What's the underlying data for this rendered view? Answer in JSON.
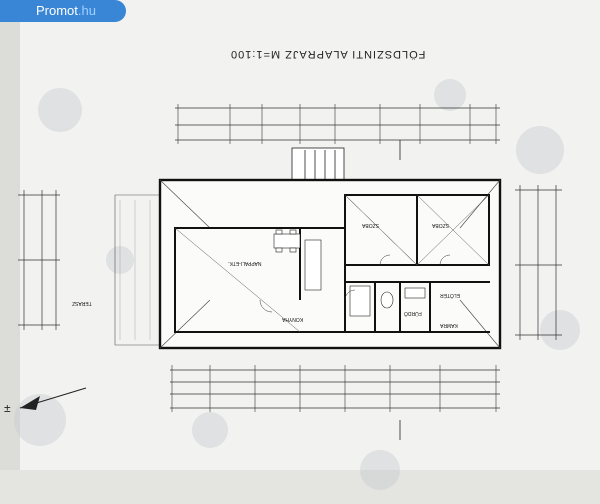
{
  "watermark": {
    "brand": "Promot",
    "suffix": ".hu"
  },
  "plan": {
    "title": "FÖLDSZINTI ALAPRAJZ M=1:100",
    "rooms": [
      "SZOBA",
      "SZOBA",
      "NAPPALI-ETK.",
      "KONYHA",
      "FÜRDŐ",
      "ELŐTÉR",
      "KAMRA",
      "TERASZ"
    ]
  }
}
